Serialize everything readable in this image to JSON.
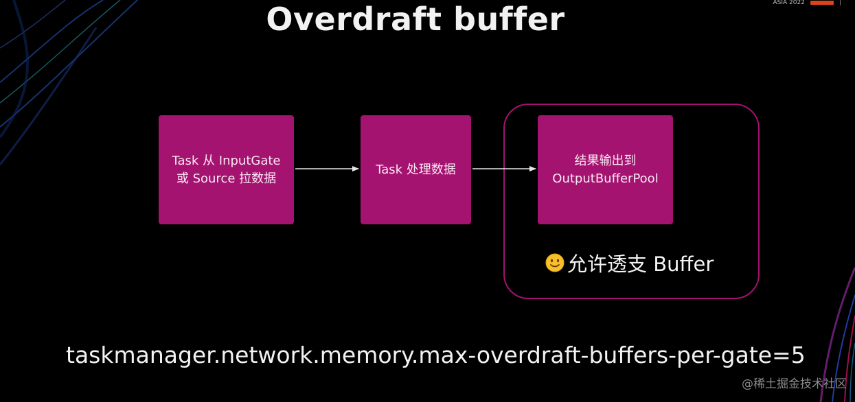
{
  "slide": {
    "title": "Overdraft buffer",
    "topbar": {
      "event": "ASIA 2022",
      "separator": "|"
    },
    "boxes": [
      {
        "lines": [
          "Task 从 InputGate",
          "或 Source 拉数据"
        ]
      },
      {
        "lines": [
          "Task 处理数据"
        ]
      },
      {
        "lines": [
          "结果输出到",
          "OutputBufferPool"
        ]
      }
    ],
    "group_label": "允许透支 Buffer",
    "config_line": "taskmanager.network.memory.max-overdraft-buffers-per-gate=5",
    "watermark": "@稀土掘金技术社区",
    "colors": {
      "background": "#000000",
      "box_fill": "#a3136f",
      "group_border": "#a3136f",
      "text": "#f2f2f2",
      "arrow": "#e6e6e6"
    },
    "icons": {
      "group_label_icon": "slightly-smiling-face-emoji"
    }
  }
}
